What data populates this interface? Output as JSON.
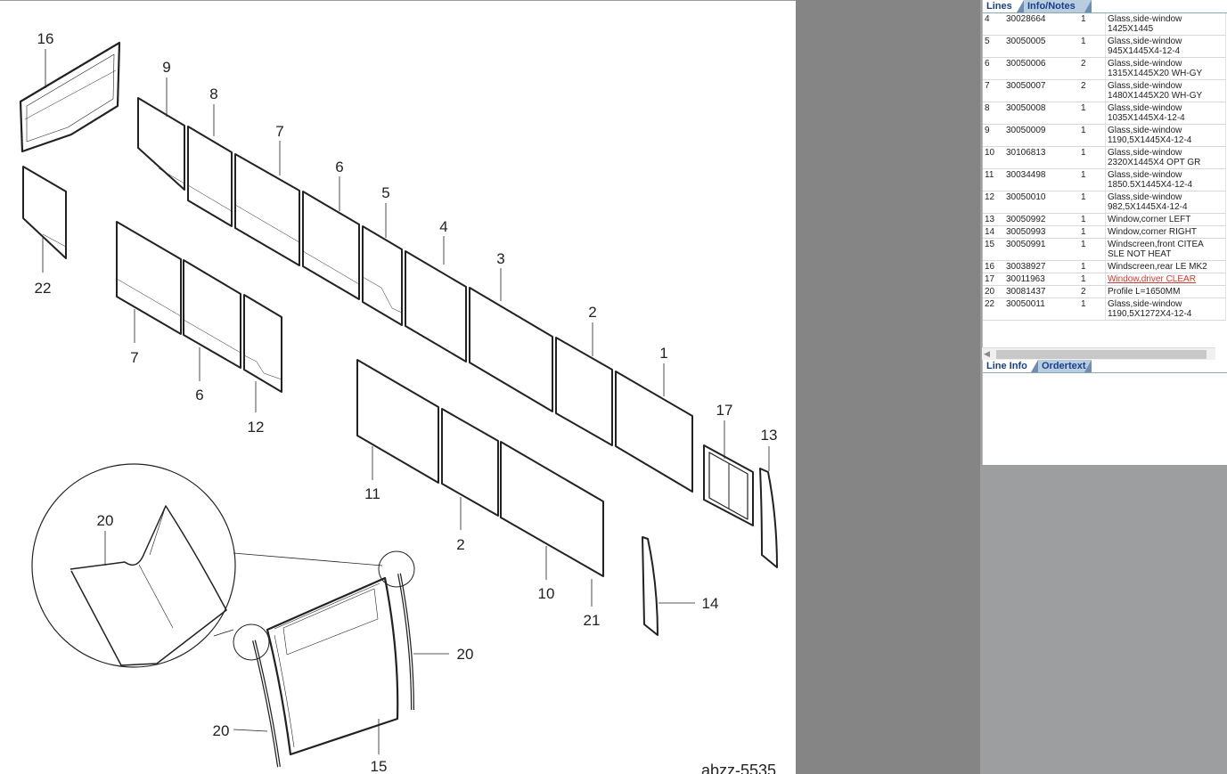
{
  "lines_table": {
    "tabs": [
      {
        "label": "Lines",
        "active": true
      },
      {
        "label": "Info/Notes",
        "active": false
      }
    ],
    "rows": [
      {
        "pos": "4",
        "part": "30028664",
        "qty": "1",
        "desc": "Glass,side-window",
        "desc2": "1425X1445"
      },
      {
        "pos": "5",
        "part": "30050005",
        "qty": "1",
        "desc": "Glass,side-window",
        "desc2": "945X1445X4-12-4"
      },
      {
        "pos": "6",
        "part": "30050006",
        "qty": "2",
        "desc": "Glass,side-window",
        "desc2": "1315X1445X20 WH-GY"
      },
      {
        "pos": "7",
        "part": "30050007",
        "qty": "2",
        "desc": "Glass,side-window",
        "desc2": "1480X1445X20 WH-GY"
      },
      {
        "pos": "8",
        "part": "30050008",
        "qty": "1",
        "desc": "Glass,side-window",
        "desc2": "1035X1445X4-12-4"
      },
      {
        "pos": "9",
        "part": "30050009",
        "qty": "1",
        "desc": "Glass,side-window",
        "desc2": "1190,5X1445X4-12-4"
      },
      {
        "pos": "10",
        "part": "30106813",
        "qty": "1",
        "desc": "Glass,side-window",
        "desc2": "2320X1445X4 OPT GR"
      },
      {
        "pos": "11",
        "part": "30034498",
        "qty": "1",
        "desc": "Glass,side-window",
        "desc2": "1850.5X1445X4-12-4"
      },
      {
        "pos": "12",
        "part": "30050010",
        "qty": "1",
        "desc": "Glass,side-window",
        "desc2": "982,5X1445X4-12-4"
      },
      {
        "pos": "13",
        "part": "30050992",
        "qty": "1",
        "desc": "Window,corner LEFT",
        "desc2": ""
      },
      {
        "pos": "14",
        "part": "30050993",
        "qty": "1",
        "desc": "Window,corner RIGHT",
        "desc2": ""
      },
      {
        "pos": "15",
        "part": "30050991",
        "qty": "1",
        "desc": "Windscreen,front CITEA",
        "desc2": "SLE NOT HEAT"
      },
      {
        "pos": "16",
        "part": "30038927",
        "qty": "1",
        "desc": "Windscreen,rear LE MK2",
        "desc2": ""
      },
      {
        "pos": "17",
        "part": "30011963",
        "qty": "1",
        "desc": "Window,driver CLEAR",
        "desc2": "",
        "link": true
      },
      {
        "pos": "20",
        "part": "30081437",
        "qty": "2",
        "desc": "Profile L=1650MM",
        "desc2": ""
      },
      {
        "pos": "22",
        "part": "30050011",
        "qty": "1",
        "desc": "Glass,side-window",
        "desc2": "1190,5X1272X4-12-4"
      }
    ]
  },
  "info_tabs": [
    {
      "label": "Line Info",
      "active": true
    },
    {
      "label": "Ordertext",
      "active": false
    }
  ],
  "diagram": {
    "drawing_id": "abzz-5535",
    "callouts": {
      "c16": "16",
      "c9": "9",
      "c8": "8",
      "c7a": "7",
      "c6a": "6",
      "c5": "5",
      "c4": "4",
      "c3": "3",
      "c2a": "2",
      "c1": "1",
      "c22": "22",
      "c7b": "7",
      "c6b": "6",
      "c12": "12",
      "c11": "11",
      "c2b": "2",
      "c10": "10",
      "c21": "21",
      "c17": "17",
      "c13": "13",
      "c14": "14",
      "c20a": "20",
      "c20b": "20",
      "c20c": "20",
      "c15": "15"
    }
  }
}
